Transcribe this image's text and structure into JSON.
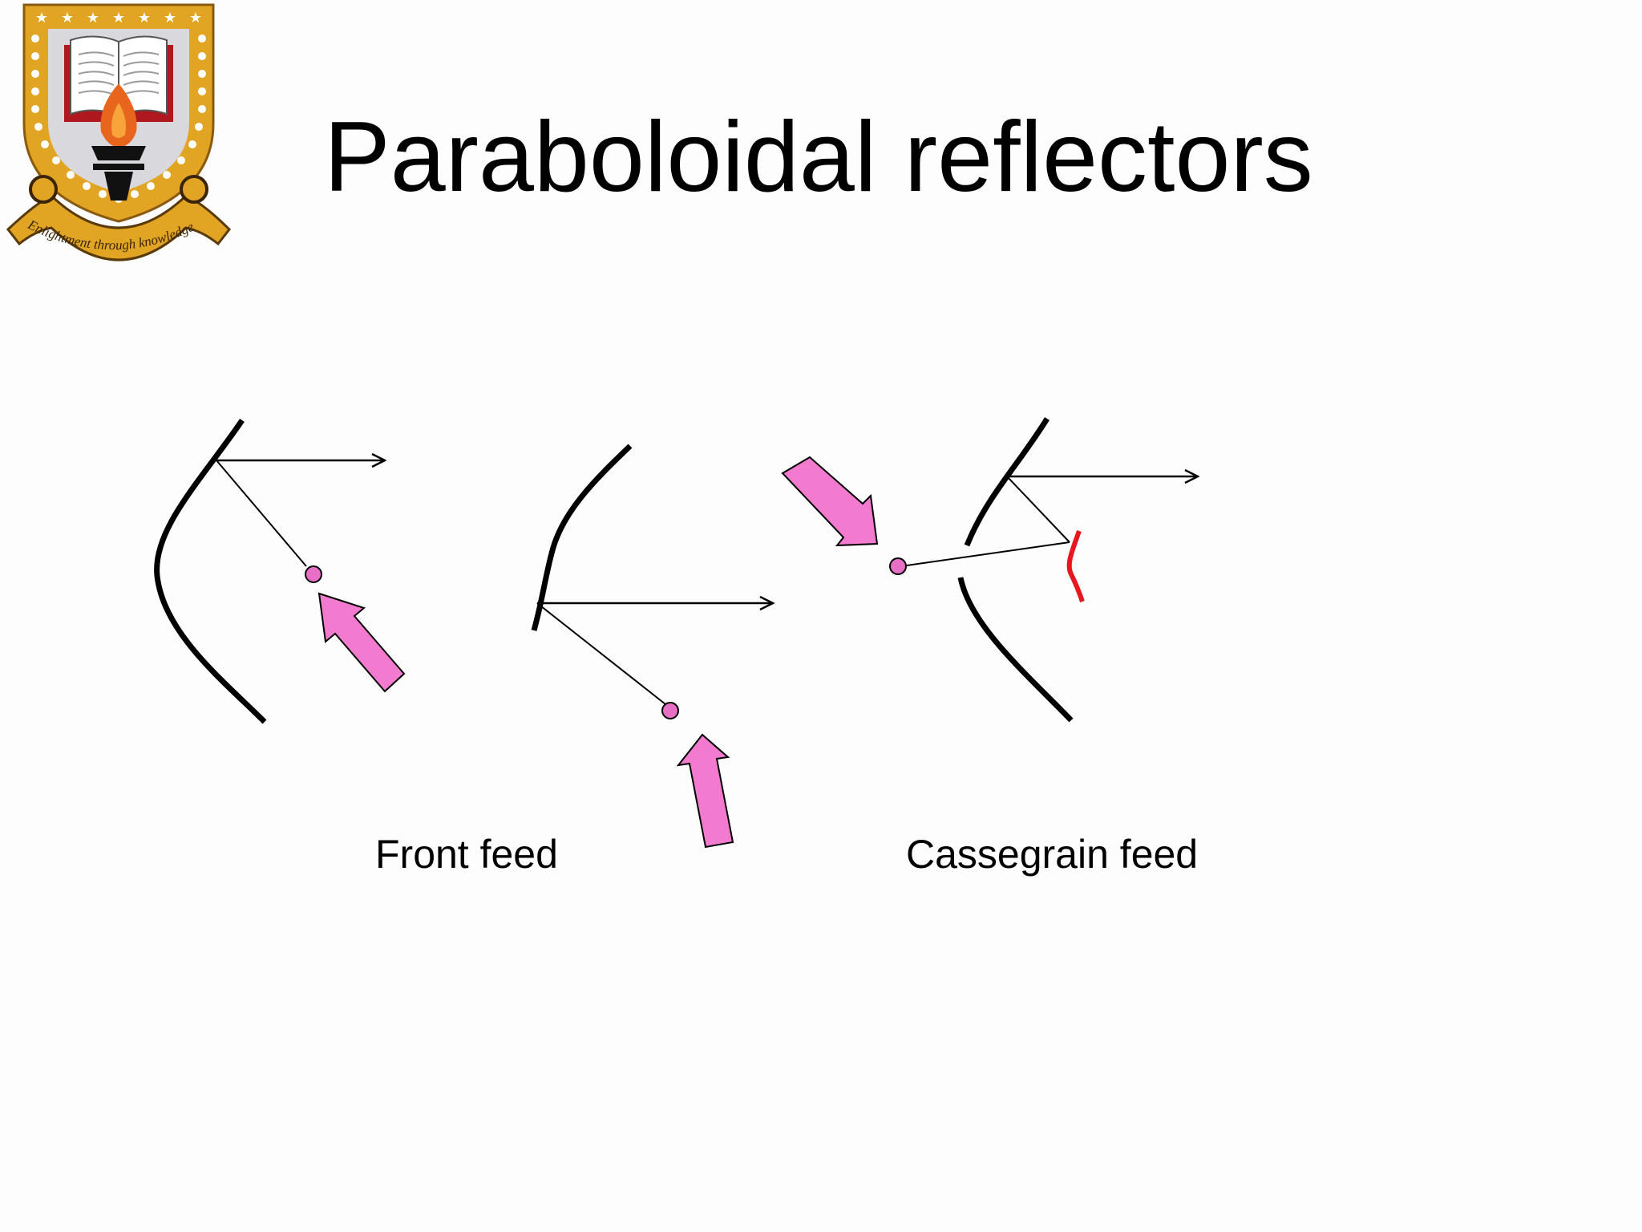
{
  "slide": {
    "title": "Paraboloidal reflectors",
    "captions": {
      "front": "Front feed",
      "cassegrain": "Cassegrain feed"
    },
    "logo": {
      "motto": "Enlightment through knowledge",
      "colors": {
        "gold": "#e2a523",
        "red": "#b0181f",
        "flame": "#e8651e",
        "shield": "#d8d8dd"
      }
    }
  },
  "colors": {
    "reflector": "#000000",
    "feed_point": "#e76fc6",
    "arrow": "#f27bd0",
    "subreflector": "#e8161e"
  }
}
